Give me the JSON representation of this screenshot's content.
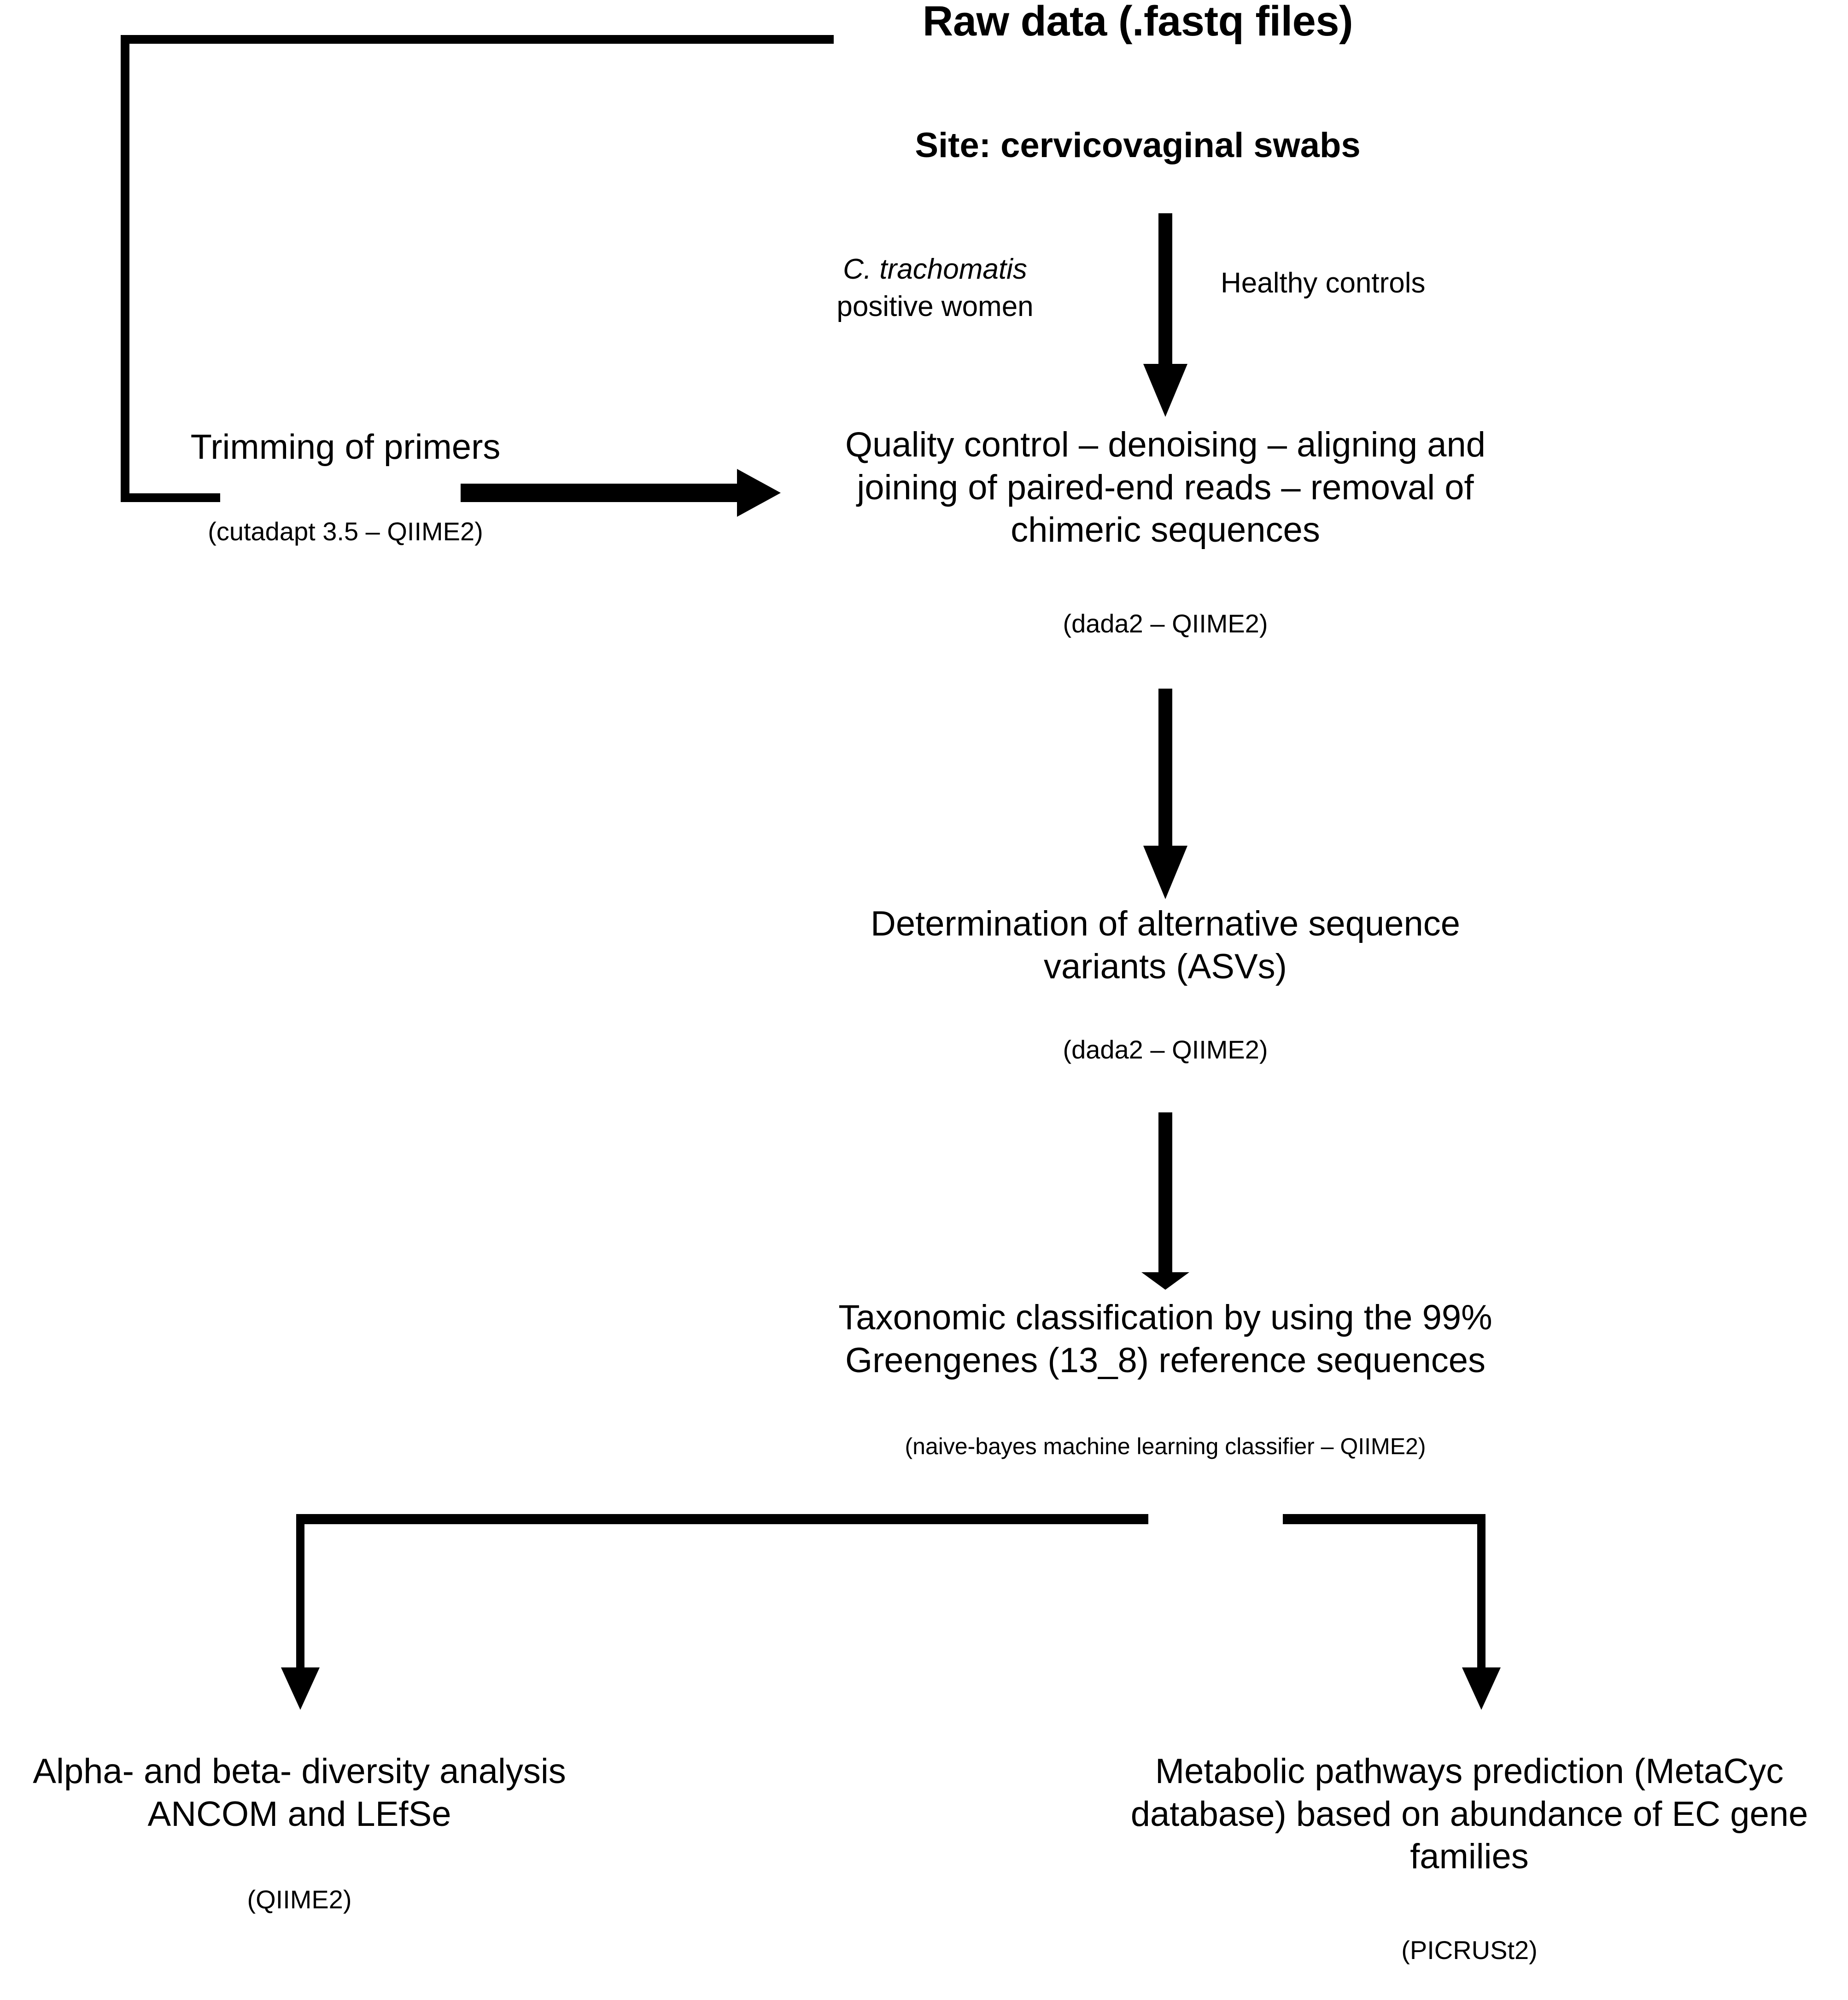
{
  "figure": {
    "type": "flowchart",
    "orientation": "top-to-bottom",
    "background_color": "#ffffff",
    "line_color": "#000000"
  },
  "nodes": {
    "raw_data": {
      "label": "Raw data (.fastq files)"
    },
    "site": {
      "label": "Site: cervicovaginal swabs"
    },
    "group_left": {
      "line1": "C. trachomatis",
      "line2": "positive women"
    },
    "group_right": {
      "label": "Healthy controls"
    },
    "trimming": {
      "label": "Trimming of primers",
      "tool": "(cutadapt 3.5 – QIIME2)"
    },
    "quality_control": {
      "line1": "Quality control – denoising – aligning and",
      "line2": "joining of paired-end reads – removal of",
      "line3": "chimeric sequences",
      "tool": "(dada2 – QIIME2)"
    },
    "asv": {
      "line1": "Determination of alternative sequence",
      "line2": "variants (ASVs)",
      "tool": "(dada2 – QIIME2)"
    },
    "taxonomy": {
      "line1": "Taxonomic classification by using the 99%",
      "line2": "Greengenes (13_8) reference sequences",
      "tool": "(naive-bayes machine learning classifier – QIIME2)"
    },
    "diversity": {
      "line1": "Alpha- and beta- diversity analysis",
      "line2": "ANCOM and LEfSe",
      "tool": "(QIIME2)"
    },
    "pathways": {
      "line1": "Metabolic pathways prediction (MetaCyc",
      "line2": "database) based on abundance of EC gene",
      "line3": "families",
      "tool": "(PICRUSt2)"
    }
  },
  "connectors": [
    {
      "name": "raw-data-to-trimming-feedback",
      "kind": "elbow-no-arrow",
      "from": "raw_data",
      "to": "trimming"
    },
    {
      "name": "trimming-to-quality-control",
      "kind": "arrow-right",
      "from": "trimming",
      "to": "quality_control"
    },
    {
      "name": "site-to-quality-control",
      "kind": "arrow-down",
      "from": "site",
      "to": "quality_control"
    },
    {
      "name": "quality-control-to-asv",
      "kind": "arrow-down",
      "from": "quality_control",
      "to": "asv"
    },
    {
      "name": "asv-to-taxonomy",
      "kind": "arrow-down",
      "from": "asv",
      "to": "taxonomy"
    },
    {
      "name": "taxonomy-to-diversity",
      "kind": "elbow-arrow-down-left",
      "from": "taxonomy",
      "to": "diversity"
    },
    {
      "name": "taxonomy-to-pathways",
      "kind": "elbow-arrow-down-right",
      "from": "taxonomy",
      "to": "pathways"
    }
  ]
}
